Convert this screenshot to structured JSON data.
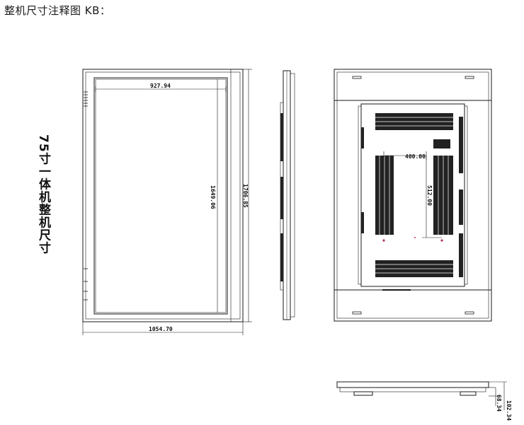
{
  "page": {
    "heading": "整机尺寸注释图 KB：",
    "side_label": "75寸一体机整机尺寸"
  },
  "dimensions": {
    "inner_width": "927.94",
    "inner_height": "1649.06",
    "outer_height": "1706.85",
    "outer_width": "1054.70",
    "vesa_horizontal": "400.00",
    "vesa_vertical": "512.00",
    "side_depth_a": "68.34",
    "side_depth_b": "102.34"
  },
  "colors": {
    "line": "#1a1a1a",
    "vent": "#222222",
    "mark": "#b03060"
  }
}
